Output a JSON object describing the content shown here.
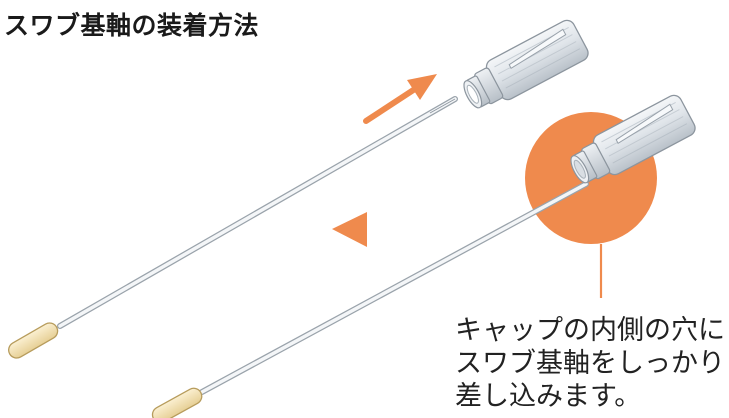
{
  "title": "スワブ基軸の装着方法",
  "caption": {
    "lines": [
      "キャップの内側の穴に",
      "スワブ基軸をしっかり",
      "差し込みます。"
    ]
  },
  "colors": {
    "accent": "#ef8a4d",
    "text": "#1a1a1a",
    "tip": "#f6e3b6",
    "cap_body": "#dde3e8"
  },
  "icons": {
    "insert_arrow": "arrow-up-right-icon",
    "direction_marker": "triangle-left-icon"
  }
}
